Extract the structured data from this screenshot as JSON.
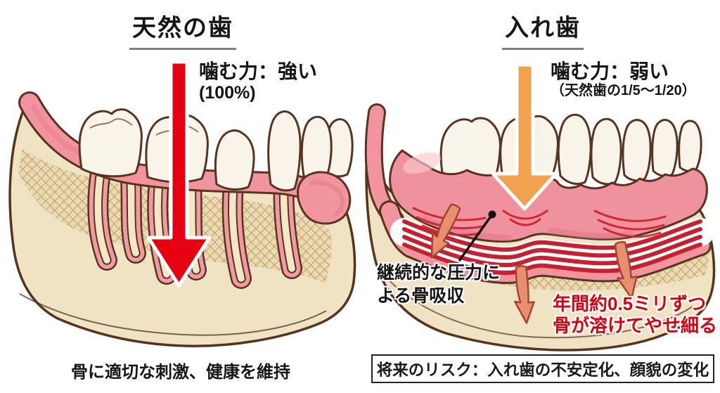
{
  "page": {
    "background": "#ffffff"
  },
  "colors": {
    "red_arrow": "#e60012",
    "orange_arrow": "#f0a24f",
    "note_red": "#d7000f",
    "text_dark": "#1a1a1a",
    "underline_gray": "#7f7f7f",
    "bone_tan": "#f0e3c3",
    "gum_pink": "#f2949e",
    "compression_red": "#c8202f",
    "resorption_salmon": "#e88f72",
    "tooth_white": "#f8f4ea",
    "outline_brown": "#57341f"
  },
  "left_panel": {
    "title": "天然の歯",
    "bite_force_label": "噛む力：強い",
    "bite_force_value": "(100%)",
    "caption": "骨に適切な刺激、健康を維持"
  },
  "right_panel": {
    "title": "入れ歯",
    "bite_force_label": "噛む力：弱い",
    "bite_force_value": "（天然歯の1/5～1/20）",
    "pressure_note_line1": "継続的な圧力に",
    "pressure_note_line2": "よる骨吸収",
    "bone_loss_note_line1": "年間約0.5ミリずつ",
    "bone_loss_note_line2": "骨が溶けてやせ細る",
    "risk_caption": "将来のリスク：入れ歯の不安定化、顔貌の変化"
  }
}
